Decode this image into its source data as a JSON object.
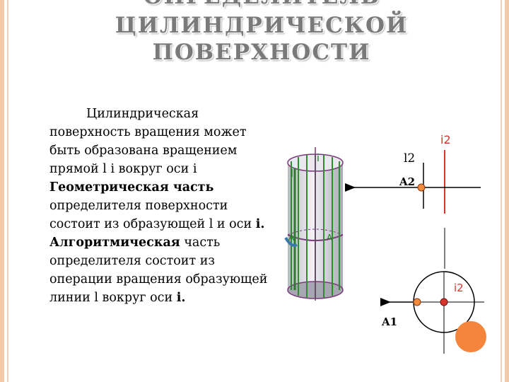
{
  "title": {
    "line1": "ОПРЕДЕЛИТЕЛЬ",
    "line2": "ЦИЛИНДРИЧЕСКОЙ",
    "line3": "ПОВЕРХНОСТИ"
  },
  "body": {
    "p1": "Цилиндрическая поверхность вращения может быть образована вращением прямой",
    "l_sym": "l",
    "i_sym": "i",
    "around": "вокруг оси",
    "geom_bold": "Геометрическая часть",
    "p2": "определителя поверхности состоит из образующей",
    "and_axis": "и оси",
    "algo_bold": "Алгоритмическая",
    "p3": "часть определителя состоит из операции вращения образующей линии",
    "around2": "вокруг",
    "axis2": "оси"
  },
  "diagram": {
    "cyl_label_i": "i",
    "cyl_label_l": "l",
    "cyl_label_A_left": "A",
    "cyl_label_A_right": "A",
    "label_i2_top": "i2",
    "label_l2": "l2",
    "label_A2": "A2",
    "label_i2_bottom": "i2",
    "label_A1": "A1"
  },
  "colors": {
    "title": "#7a7a7a",
    "frame": "#f4c9a8",
    "axis_red": "#d9342b",
    "generatrix_green": "#2e8b2e",
    "point_orange": "#f08a3c",
    "cylinder_fill": "#d5d5dc"
  }
}
